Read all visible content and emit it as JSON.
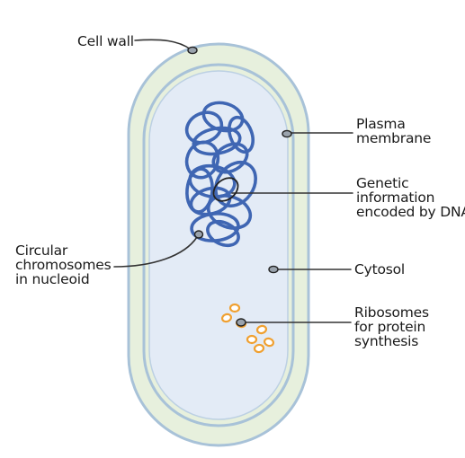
{
  "colors": {
    "cell_wall_outer": "#a8c2d8",
    "cell_wall_fill": "#e7f0dd",
    "plasma_membrane": "#a8c2d8",
    "cytosol_fill": "#e3ebf6",
    "dna": "#3f66b3",
    "ribosomes": "#f0a030",
    "leader_lines": "#333333"
  },
  "labels": {
    "cell_wall": "Cell wall",
    "plasma_membrane": [
      "Plasma",
      "membrane"
    ],
    "genetic_information": [
      "Genetic",
      "information",
      "encoded by DNA"
    ],
    "circular_chromosomes": [
      "Circular",
      "chromosomes",
      "in nucleoid"
    ],
    "cytosol": "Cytosol",
    "ribosomes": [
      "Ribosomes",
      "for protein",
      "synthesis"
    ]
  },
  "icons": {
    "dna": "coiled-chromosome-loops",
    "ribosome": "small-orange-ellipse",
    "pointer": "leader-line-dot"
  }
}
